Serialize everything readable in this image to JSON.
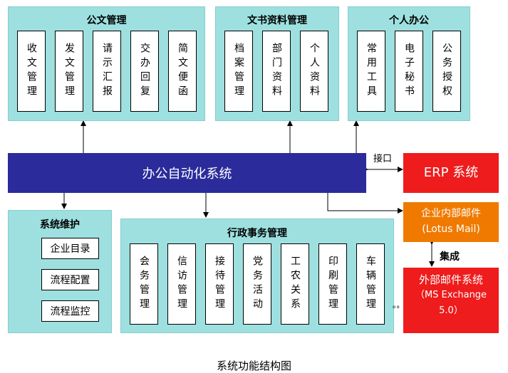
{
  "gongwen": {
    "title": "公文管理",
    "items": [
      "收文管理",
      "发文管理",
      "请示汇报",
      "交办回复",
      "简文便函"
    ]
  },
  "wenshu": {
    "title": "文书资料管理",
    "items": [
      "档案管理",
      "部门资料",
      "个人资料"
    ]
  },
  "geren": {
    "title": "个人办公",
    "items": [
      "常用工具",
      "电子秘书",
      "公务授权"
    ]
  },
  "main_system": "办公自动化系统",
  "interface_label": "接口",
  "erp": "ERP 系统",
  "internal_mail": {
    "line1": "企业内部邮件",
    "line2": "(Lotus Mail)"
  },
  "integration_label": "集成",
  "external_mail": {
    "line1": "外部邮件系统",
    "line2": "（MS Exchange",
    "line3": "5.0）"
  },
  "weihu": {
    "title": "系统维护",
    "items": [
      "企业目录",
      "流程配置",
      "流程监控"
    ]
  },
  "xingzheng": {
    "title": "行政事务管理",
    "items": [
      "会务管理",
      "信访管理",
      "接待管理",
      "党务活动",
      "工农关系",
      "印刷管理",
      "车辆管理"
    ],
    "ellipsis": "。。"
  },
  "caption": "系统功能结构图",
  "colors": {
    "panel": "#9ee0e0",
    "main": "#2b2b9c",
    "red": "#ee1c1c",
    "orange": "#f07a00"
  }
}
